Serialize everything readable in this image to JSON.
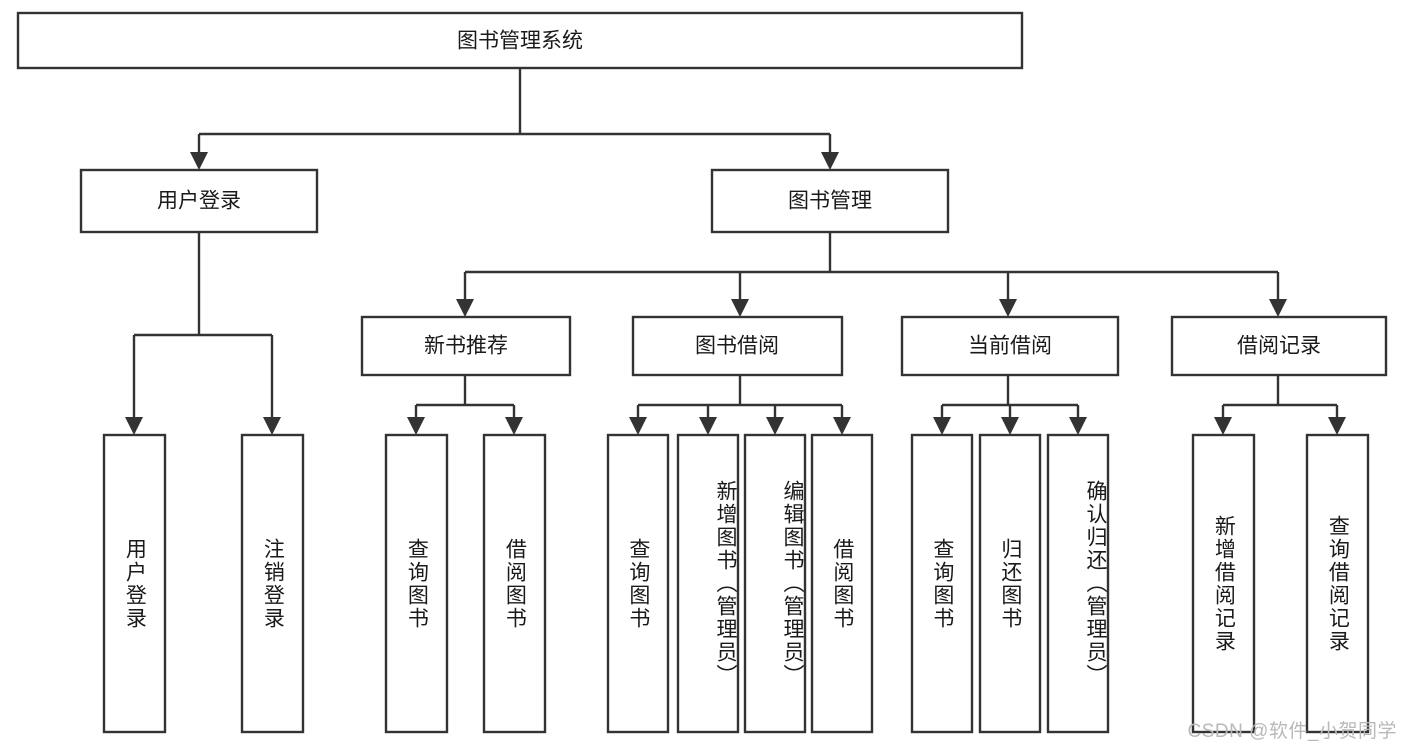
{
  "diagram": {
    "type": "tree-hierarchy",
    "title": "图书管理系统",
    "orientation": "top-down",
    "colors": {
      "box_stroke": "#333333",
      "box_fill": "#ffffff",
      "text": "#1a1a1a",
      "connector": "#333333",
      "canvas": "#ffffff",
      "watermark": "#b9b9b9"
    },
    "root": {
      "label": "图书管理系统"
    },
    "level2": [
      {
        "label": "用户登录"
      },
      {
        "label": "图书管理"
      }
    ],
    "level3": [
      {
        "label": "新书推荐"
      },
      {
        "label": "图书借阅"
      },
      {
        "label": "当前借阅"
      },
      {
        "label": "借阅记录"
      }
    ],
    "leaves": {
      "user_login": [
        {
          "label": "用户登录"
        },
        {
          "label": "注销登录"
        }
      ],
      "new_book_recommend": [
        {
          "label": "查询图书"
        },
        {
          "label": "借阅图书"
        }
      ],
      "book_borrow": [
        {
          "label": "查询图书"
        },
        {
          "label": "新增图书（管理员）"
        },
        {
          "label": "编辑图书（管理员）"
        },
        {
          "label": "借阅图书"
        }
      ],
      "current_borrow": [
        {
          "label": "查询图书"
        },
        {
          "label": "归还图书"
        },
        {
          "label": "确认归还（管理员）"
        }
      ],
      "borrow_records": [
        {
          "label": "新增借阅记录"
        },
        {
          "label": "查询借阅记录"
        }
      ]
    }
  },
  "watermark": {
    "text": "CSDN @软件_小贺同学"
  }
}
